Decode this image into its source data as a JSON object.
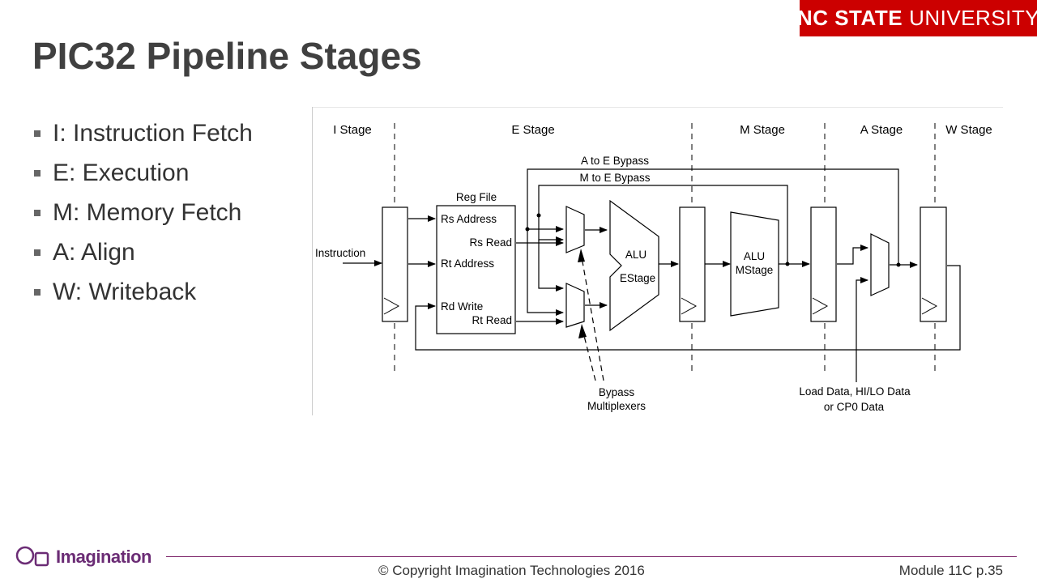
{
  "header": {
    "brand_bold": "NC STATE",
    "brand_rest": "UNIVERSITY"
  },
  "slide": {
    "title": "PIC32 Pipeline Stages",
    "bullets": [
      "I: Instruction Fetch",
      "E: Execution",
      "M: Memory Fetch",
      "A: Align",
      "W: Writeback"
    ]
  },
  "diagram": {
    "stage_labels": [
      "I Stage",
      "E Stage",
      "M Stage",
      "A Stage",
      "W Stage"
    ],
    "bypass_a_to_e": "A to E Bypass",
    "bypass_m_to_e": "M to E Bypass",
    "instruction": "Instruction",
    "reg_file": {
      "title": "Reg File",
      "rs_address": "Rs Address",
      "rs_read": "Rs Read",
      "rt_address": "Rt Address",
      "rd_write": "Rd Write",
      "rt_read": "Rt Read"
    },
    "alu_e": [
      "ALU",
      "EStage"
    ],
    "alu_m": [
      "ALU",
      "MStage"
    ],
    "bypass_mux": [
      "Bypass",
      "Multiplexers"
    ],
    "load_data": [
      "Load Data, HI/LO Data",
      "or CP0 Data"
    ]
  },
  "footer": {
    "logo_text": "Imagination",
    "copyright": "© Copyright Imagination Technologies 2016",
    "page": "Module 11C p.35"
  },
  "colors": {
    "brand_red": "#cc0000",
    "imagination_purple": "#6b2c75",
    "title_gray": "#404040"
  }
}
